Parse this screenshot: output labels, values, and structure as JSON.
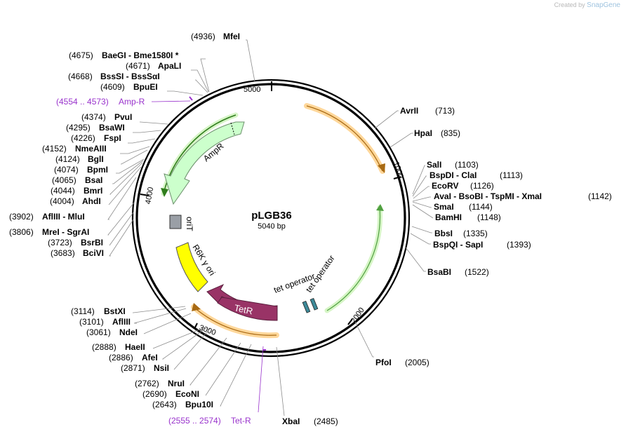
{
  "credit": {
    "prefix": "Created by",
    "brand": "SnapGene"
  },
  "plasmid": {
    "name": "pLGB36",
    "size_label": "5040 bp",
    "length": 5040
  },
  "ticks": [
    "1000",
    "2000",
    "3000",
    "4000",
    "5000"
  ],
  "features": [
    {
      "label": "AmpR",
      "type": "cds",
      "color": "#ccffcc"
    },
    {
      "label": "oriT",
      "type": "origin",
      "color": "#9a9fa6"
    },
    {
      "label": "R6K γ ori",
      "type": "origin",
      "color": "#ffff00"
    },
    {
      "label": "TetR",
      "type": "cds",
      "color": "#993366"
    },
    {
      "label": "tet operator",
      "type": "operator",
      "color": "#3d8a99"
    },
    {
      "label": "tet operator",
      "type": "operator",
      "color": "#3d8a99"
    }
  ],
  "sites": [
    {
      "pos": "(4936)",
      "name": "MfeI"
    },
    {
      "pos": "(4675)",
      "name": "BaeGI  - Bme1580I *"
    },
    {
      "pos": "(4671)",
      "name": "ApaLI"
    },
    {
      "pos": "(4668)",
      "name": "BssSI  - BssSαI"
    },
    {
      "pos": "(4609)",
      "name": "BpuEI"
    },
    {
      "pos": "(4554 .. 4573)",
      "name": "Amp-R",
      "primer": true
    },
    {
      "pos": "(4374)",
      "name": "PvuI"
    },
    {
      "pos": "(4295)",
      "name": "BsaWI"
    },
    {
      "pos": "(4226)",
      "name": "FspI"
    },
    {
      "pos": "(4152)",
      "name": "NmeAIII"
    },
    {
      "pos": "(4124)",
      "name": "BglI"
    },
    {
      "pos": "(4074)",
      "name": "BpmI"
    },
    {
      "pos": "(4065)",
      "name": "BsaI"
    },
    {
      "pos": "(4044)",
      "name": "BmrI"
    },
    {
      "pos": "(4004)",
      "name": "AhdI"
    },
    {
      "pos": "(3902)",
      "name": "AflIII  - MluI"
    },
    {
      "pos": "(3806)",
      "name": "MreI  - SgrAI"
    },
    {
      "pos": "(3723)",
      "name": "BsrBI"
    },
    {
      "pos": "(3683)",
      "name": "BciVI"
    },
    {
      "pos": "(3114)",
      "name": "BstXI"
    },
    {
      "pos": "(3101)",
      "name": "AflIII"
    },
    {
      "pos": "(3061)",
      "name": "NdeI"
    },
    {
      "pos": "(2888)",
      "name": "HaeII"
    },
    {
      "pos": "(2886)",
      "name": "AfeI"
    },
    {
      "pos": "(2871)",
      "name": "NsiI"
    },
    {
      "pos": "(2762)",
      "name": "NruI"
    },
    {
      "pos": "(2690)",
      "name": "EcoNI"
    },
    {
      "pos": "(2643)",
      "name": "Bpu10I"
    },
    {
      "pos": "(2555 .. 2574)",
      "name": "Tet-R",
      "primer": true
    },
    {
      "pos": "(2485)",
      "name": "XbaI"
    },
    {
      "pos": "(2005)",
      "name": "PfoI"
    },
    {
      "pos": "(1522)",
      "name": "BsaBI"
    },
    {
      "pos": "(1393)",
      "name": "BspQI  - SapI"
    },
    {
      "pos": "(1335)",
      "name": "BbsI"
    },
    {
      "pos": "(1148)",
      "name": "BamHI"
    },
    {
      "pos": "(1144)",
      "name": "SmaI"
    },
    {
      "pos": "(1142)",
      "name": "AvaI  - BsoBI  - TspMI  - XmaI"
    },
    {
      "pos": "(1126)",
      "name": "EcoRV"
    },
    {
      "pos": "(1113)",
      "name": "BspDI  - ClaI"
    },
    {
      "pos": "(1103)",
      "name": "SalI"
    },
    {
      "pos": "(835)",
      "name": "HpaI"
    },
    {
      "pos": "(713)",
      "name": "AvrII"
    }
  ]
}
